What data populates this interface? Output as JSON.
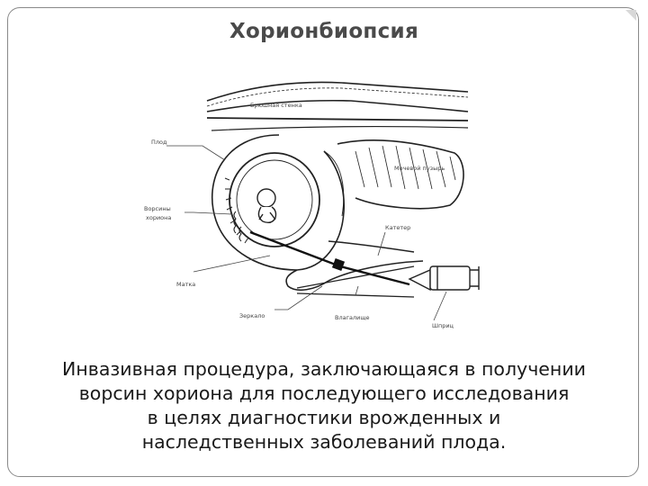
{
  "slide": {
    "title": "Хорионбиопсия",
    "caption_lines": [
      "Инвазивная  процедура, заключающаяся в получении",
      "ворсин хориона для последующего исследования",
      "в целях диагностики врожденных и",
      "наследственных заболеваний плода."
    ]
  },
  "diagram": {
    "labels": {
      "abdominal_wall": "Брюшная стенка",
      "fetus": "Плод",
      "chorionic_villi_line1": "Ворсины",
      "chorionic_villi_line2": "хориона",
      "bladder": "Мочевой пузырь",
      "catheter": "Катетер",
      "uterus": "Матка",
      "speculum": "Зеркало",
      "vagina": "Влагалище",
      "syringe": "Шприц"
    }
  }
}
